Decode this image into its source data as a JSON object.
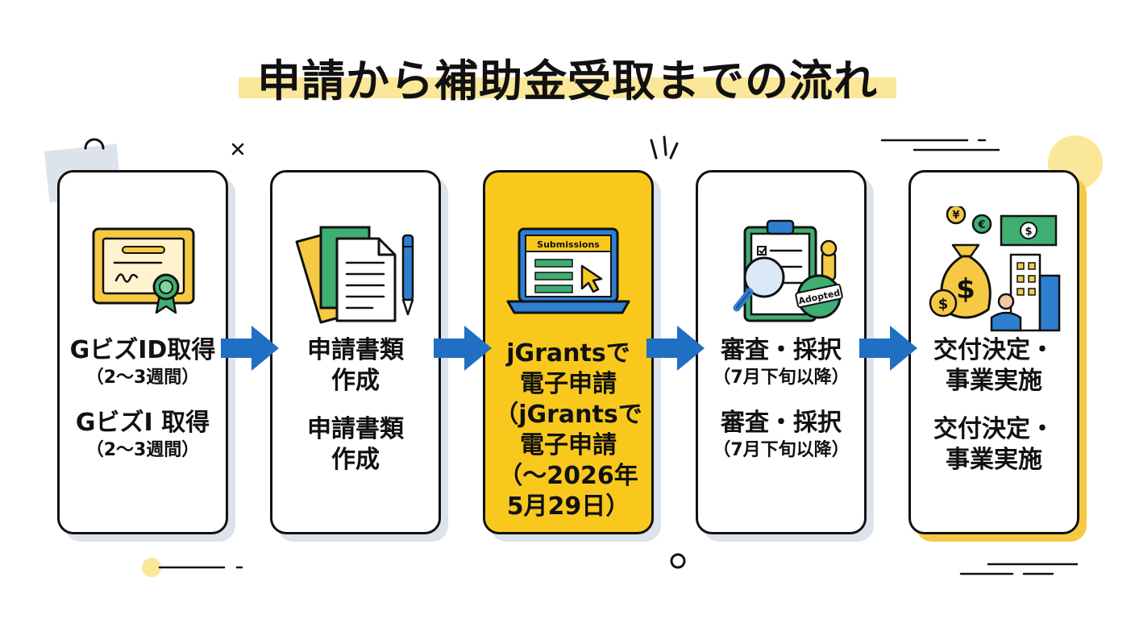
{
  "title": "申請から補助金受取までの流れ",
  "colors": {
    "accent_yellow": "#f8c81d",
    "arrow_blue": "#1f6fc2",
    "icon_green": "#3fae72",
    "icon_yellow": "#f6c944",
    "outline": "#111111"
  },
  "steps": [
    {
      "icon": "certificate-icon",
      "lines": [
        {
          "text": "GビズID取得",
          "size": "main"
        },
        {
          "text": "（2〜3週間）",
          "size": "sub"
        },
        {
          "text": "",
          "size": "gap"
        },
        {
          "text": "GビズI 取得",
          "size": "main"
        },
        {
          "text": "（2〜3週間）",
          "size": "sub"
        }
      ]
    },
    {
      "icon": "documents-icon",
      "lines": [
        {
          "text": "申請書類",
          "size": "main"
        },
        {
          "text": "作成",
          "size": "main"
        },
        {
          "text": "",
          "size": "gap"
        },
        {
          "text": "申請書類",
          "size": "main"
        },
        {
          "text": "作成",
          "size": "main"
        }
      ]
    },
    {
      "icon": "laptop-submission-icon",
      "icon_label": "Submissions",
      "highlight": true,
      "lines": [
        {
          "text": "jGrantsで",
          "size": "main"
        },
        {
          "text": "電子申請",
          "size": "main"
        },
        {
          "text": "（jGrantsで",
          "size": "main"
        },
        {
          "text": "電子申請",
          "size": "main"
        },
        {
          "text": "（〜2026年",
          "size": "main"
        },
        {
          "text": "5月29日）",
          "size": "main"
        }
      ]
    },
    {
      "icon": "review-clipboard-icon",
      "icon_label": "Adopted",
      "lines": [
        {
          "text": "審査・採択",
          "size": "main"
        },
        {
          "text": "（7月下旬以降）",
          "size": "sub"
        },
        {
          "text": "",
          "size": "gap"
        },
        {
          "text": "審査・採択",
          "size": "main"
        },
        {
          "text": "（7月下旬以降）",
          "size": "sub"
        }
      ]
    },
    {
      "icon": "money-building-icon",
      "icon_labels": [
        "¥",
        "€",
        "$",
        "$"
      ],
      "lines": [
        {
          "text": "交付決定・",
          "size": "main"
        },
        {
          "text": "事業実施",
          "size": "main"
        },
        {
          "text": "",
          "size": "gap"
        },
        {
          "text": "交付決定・",
          "size": "main"
        },
        {
          "text": "事業実施",
          "size": "main"
        }
      ]
    }
  ]
}
